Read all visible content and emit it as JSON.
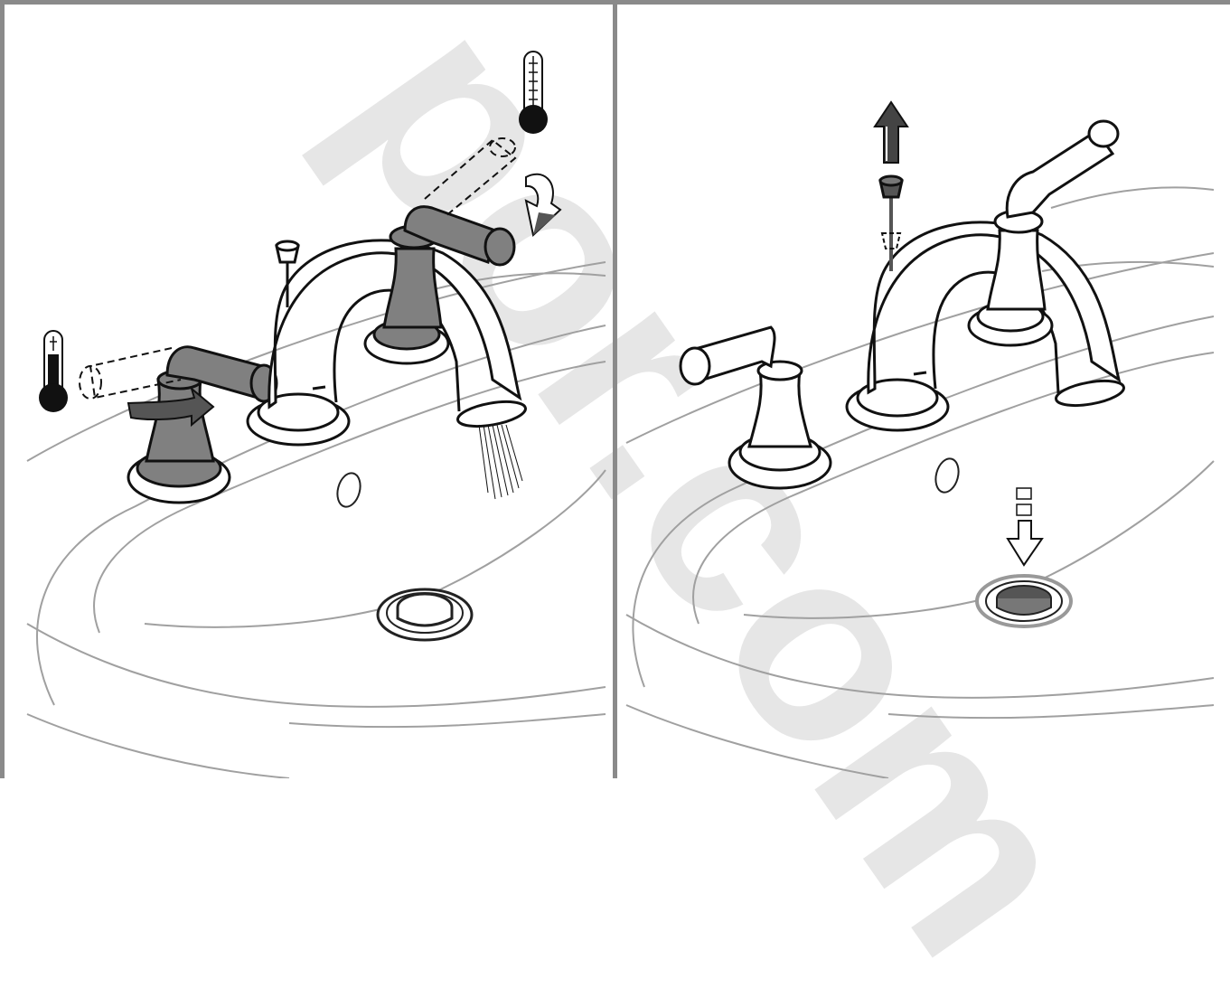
{
  "figure": {
    "panels": [
      {
        "id": "left",
        "title": ""
      },
      {
        "id": "right",
        "title": ""
      }
    ],
    "watermark": {
      "text": "por.com",
      "color": "#e6e6e6"
    },
    "colors": {
      "outline": "#111111",
      "sink": "#a0a0a0",
      "handle_active": "#808080",
      "border": "#8a8a8a",
      "arrow_fill": "#ffffff"
    },
    "icons": [
      "thermometer-hot-icon",
      "thermometer-cold-icon",
      "rotate-arrow-icon",
      "up-arrow-icon",
      "down-arrow-icon"
    ]
  }
}
